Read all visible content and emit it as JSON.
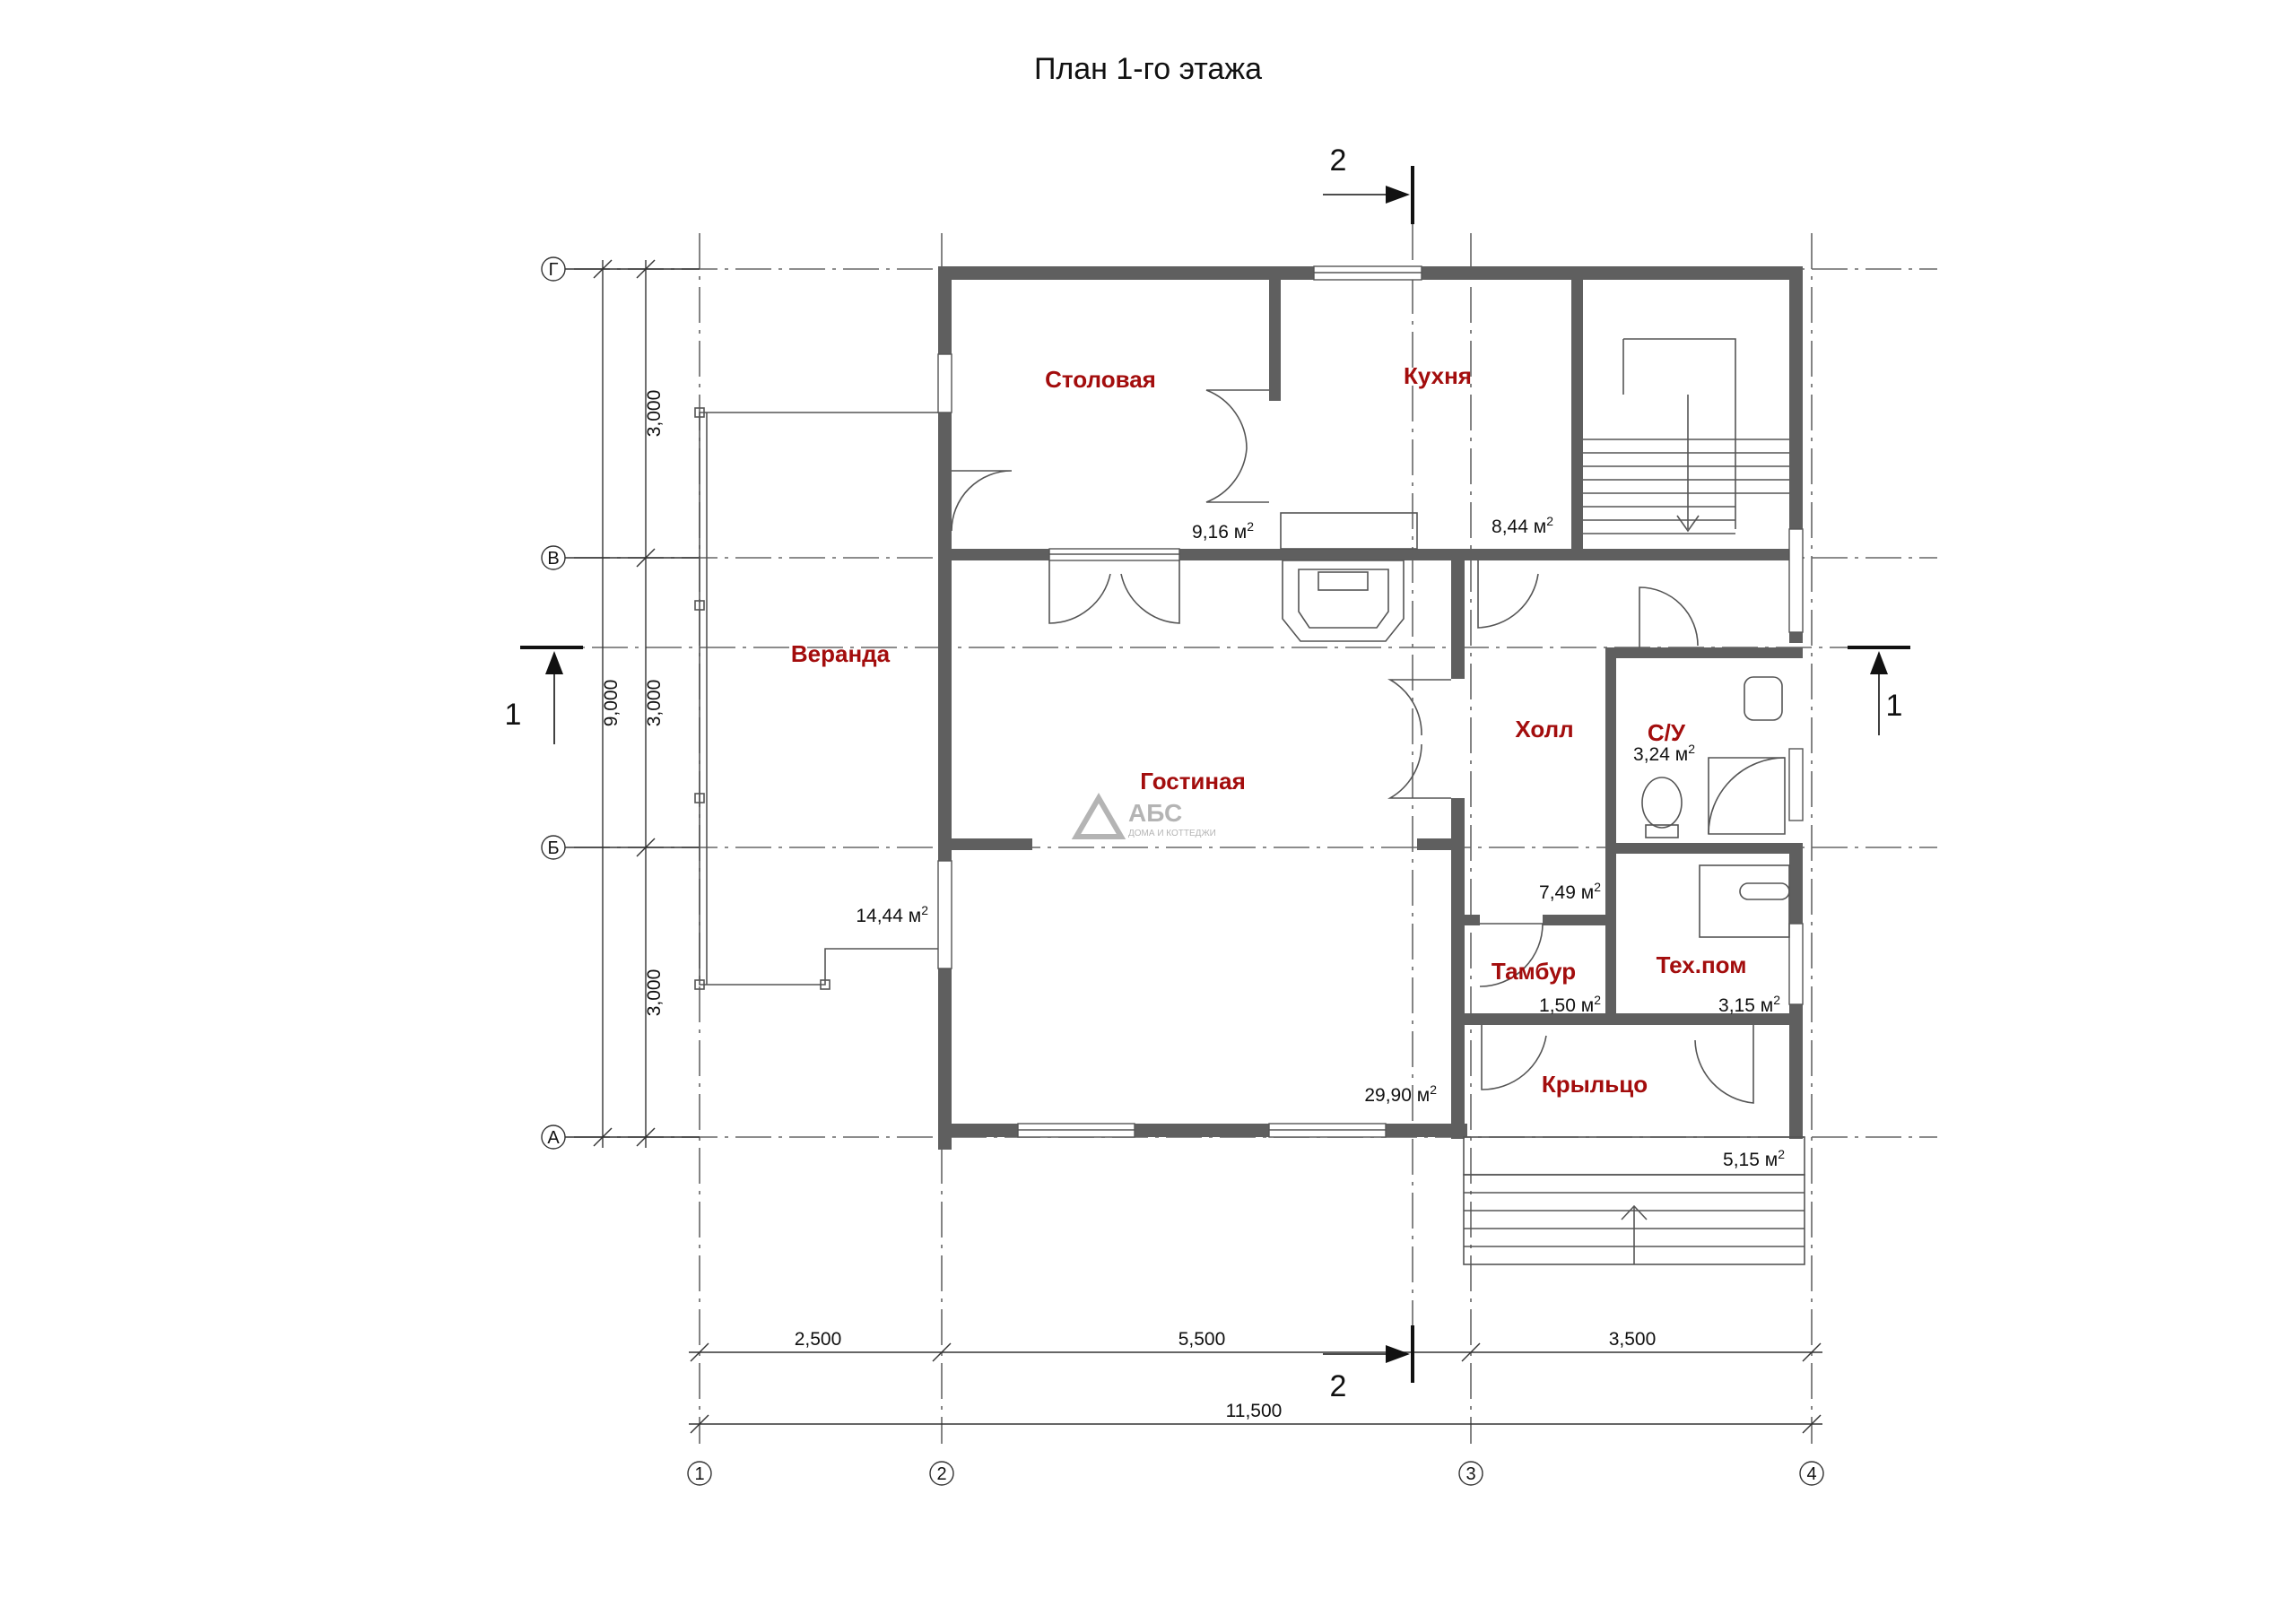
{
  "title": "План 1-го этажа",
  "rooms": [
    {
      "name": "Столовая",
      "area": "9,16"
    },
    {
      "name": "Кухня",
      "area": "8,44"
    },
    {
      "name": "Веранда",
      "area": "14,44"
    },
    {
      "name": "Гостиная",
      "area": "29,90"
    },
    {
      "name": "Холл",
      "area": "7,49"
    },
    {
      "name": "С/У",
      "area": "3,24"
    },
    {
      "name": "Тамбур",
      "area": "1,50"
    },
    {
      "name": "Тех.пом",
      "area": "3,15"
    },
    {
      "name": "Крыльцо",
      "area": "5,15"
    }
  ],
  "area_unit": "м",
  "area_unit_sup": "2",
  "axes": {
    "rows": [
      "Г",
      "В",
      "Б",
      "А"
    ],
    "columns": [
      "1",
      "2",
      "3",
      "4"
    ]
  },
  "dimensions": {
    "vertical": [
      "3,000",
      "3,000",
      "3,000"
    ],
    "vertical_total": "9,000",
    "horizontal": [
      "2,500",
      "5,500",
      "3,500"
    ],
    "horizontal_total": "11,500"
  },
  "section_marks": {
    "vertical_section": "2",
    "horizontal_section": "1"
  },
  "logo": {
    "text": "АБС",
    "subtitle": "ДОМА И КОТТЕДЖИ"
  },
  "colors": {
    "wall": "#5f5f5f",
    "room_label": "#a30d0d"
  }
}
